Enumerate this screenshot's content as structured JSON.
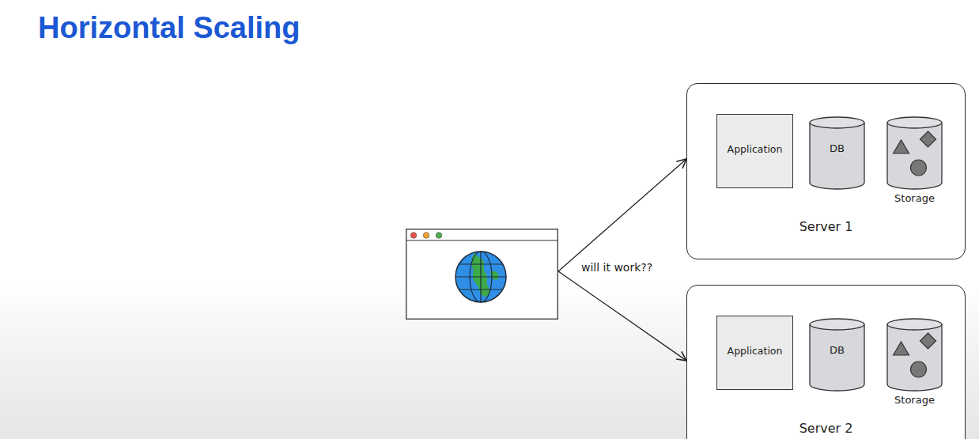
{
  "diagram": {
    "title": "Horizontal Scaling",
    "nodes": [
      {
        "text": []
      },
      {
        "text": [
          "Server 1"
        ]
      },
      {
        "text": [
          "Application"
        ],
        "in": 1
      },
      {
        "text": [
          "DB"
        ],
        "in": 1
      },
      {
        "text": [
          "Storage"
        ],
        "in": 1
      },
      {
        "text": [
          "Server 2"
        ]
      },
      {
        "text": [
          "Application"
        ],
        "in": 5
      },
      {
        "text": [
          "DB"
        ],
        "in": 5
      },
      {
        "text": [
          "Storage"
        ],
        "in": 5
      }
    ],
    "edges": [
      {
        "from": 0,
        "to": 1,
        "arrow": "to"
      },
      {
        "from": 0,
        "to": 5,
        "arrow": "to"
      }
    ],
    "labels": [
      "will it work??"
    ]
  }
}
